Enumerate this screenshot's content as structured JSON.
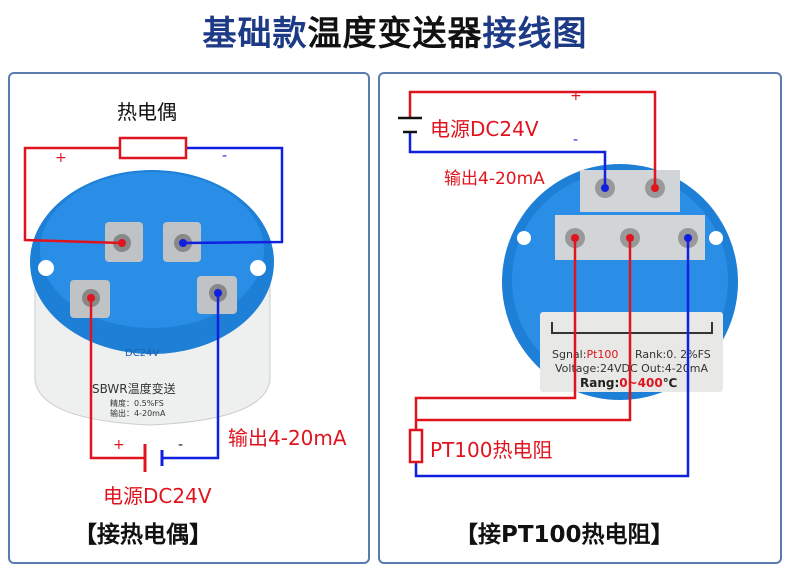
{
  "title": {
    "part1": "基础款",
    "part2": "温度变送器",
    "part3": "接线图"
  },
  "left_panel": {
    "sensor_label": "热电偶",
    "plus": "+",
    "minus": "-",
    "bottom_plus": "+",
    "bottom_minus": "-",
    "output_label": "输出4-20mA",
    "power_label": "电源DC24V",
    "device_text": {
      "model": "SBWR温度变送",
      "accuracy": "精度：0.5%FS",
      "output": "输出：4-20mA",
      "dc": "DC24V"
    },
    "caption": "【接热电偶】"
  },
  "right_panel": {
    "power_label": "电源DC24V",
    "plus": "+",
    "minus": "-",
    "output_label": "输出4-20mA",
    "sensor_label": "PT100热电阻",
    "device_text": {
      "signal_key": "Sgnal:",
      "signal_val": "Pt100",
      "rank": "Rank:0. 2%FS",
      "voltage": "Voltage:24VDC Out:4-20mA",
      "range_key": "Rang:",
      "range_val": "0~400",
      "range_unit": "℃"
    },
    "caption": "【接PT100热电阻】"
  },
  "colors": {
    "wire_positive": "#e0141e",
    "wire_negative": "#1020e0",
    "device_blue": "#1e7fd6",
    "title_blue": "#1c3a86"
  }
}
